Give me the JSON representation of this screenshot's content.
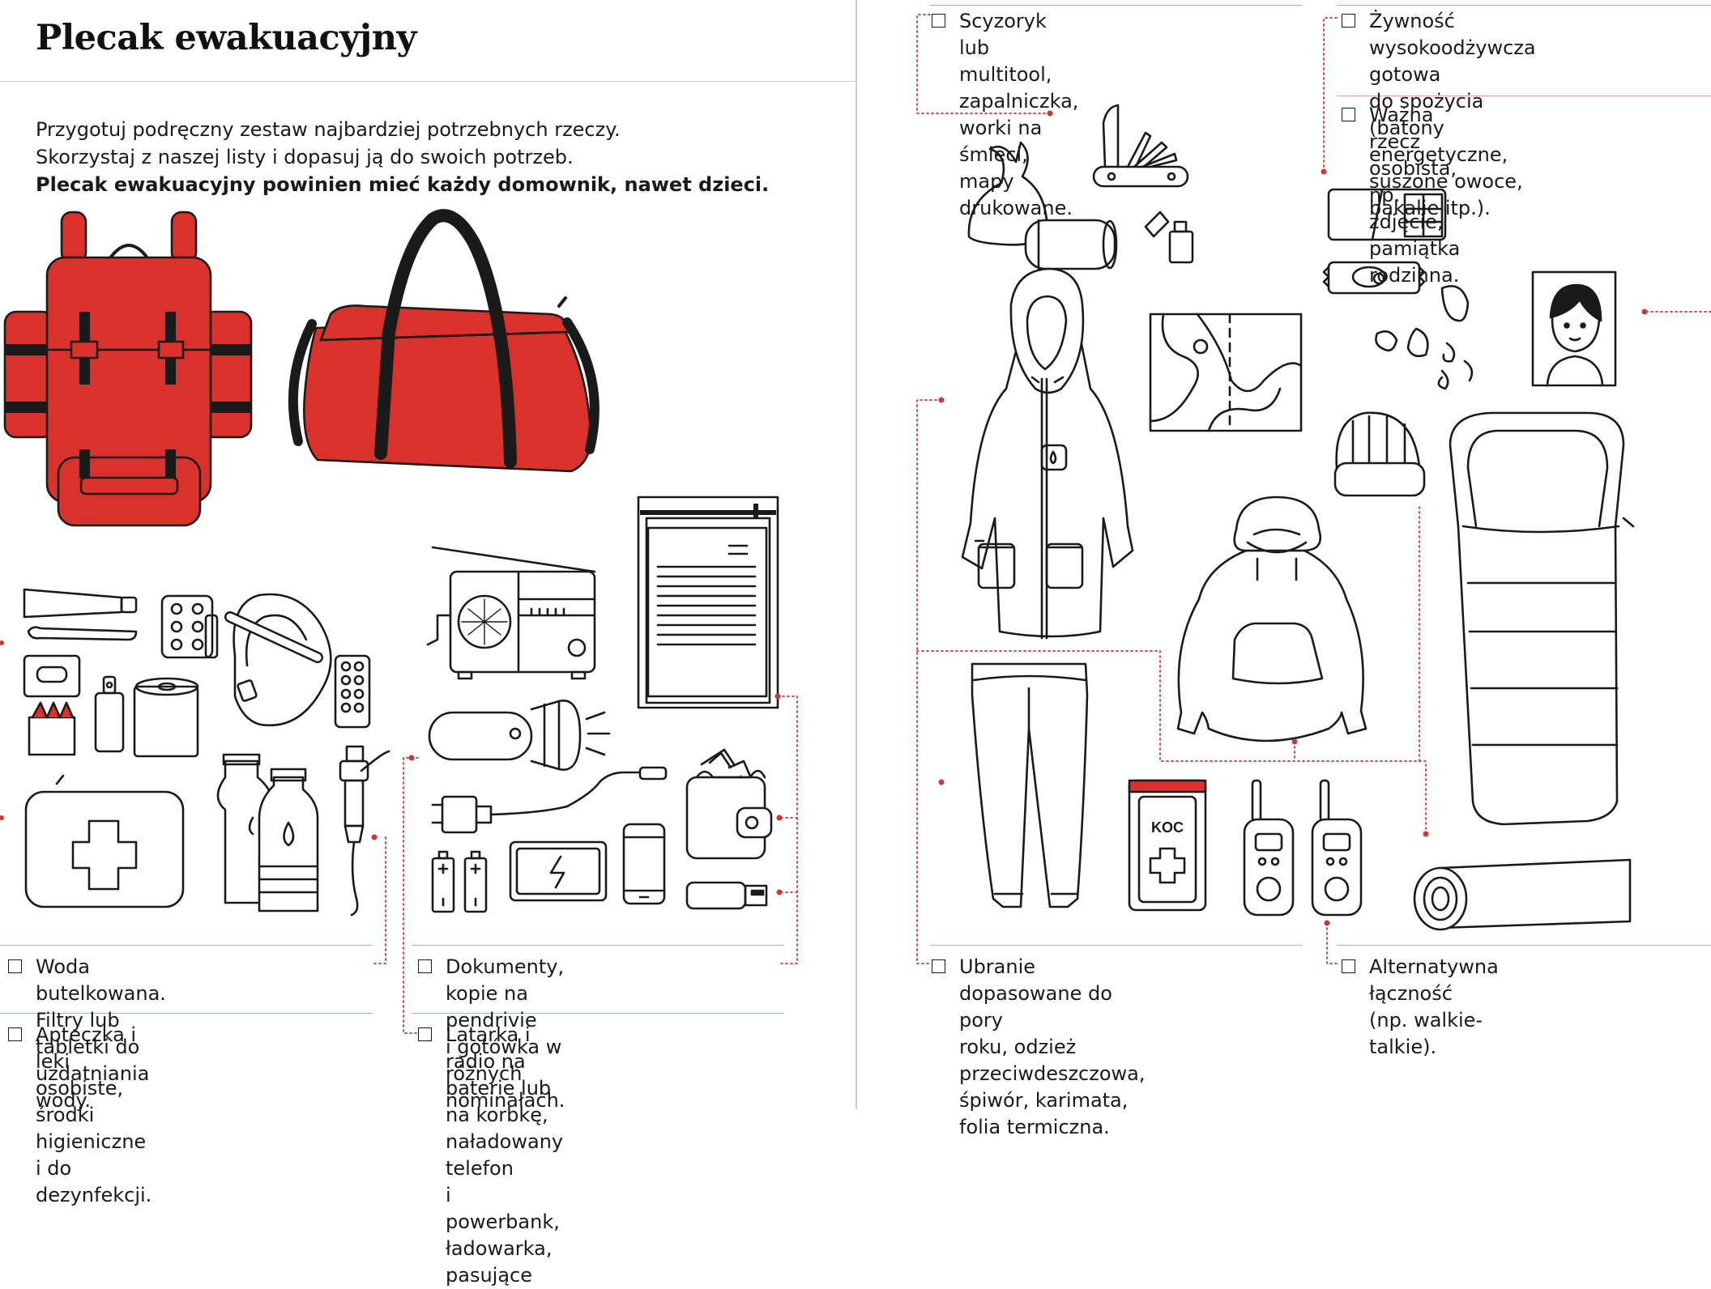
{
  "page": {
    "title": "Plecak ewakuacyjny",
    "intro_line1": "Przygotuj podręczny zestaw najbardziej potrzebnych rzeczy.",
    "intro_line2": "Skorzystaj z naszej listy i dopasuj ją do swoich potrzeb.",
    "intro_bold": "Plecak ewakuacyjny powinien mieć każdy domownik, nawet dzieci."
  },
  "colors": {
    "accent_red": "#d9312b",
    "line_ink": "#1a1a1a",
    "dotted_leader": "#c53a35"
  },
  "checklist": [
    {
      "id": "multitool",
      "text": "Scyzoryk lub multitool, zapalniczka,\nworki na śmieci, mapy drukowane."
    },
    {
      "id": "food",
      "text": "Żywność wysokoodżywcza gotowa\ndo spożycia (batony energetyczne,\nsuszone owoce, bakalie itp.)."
    },
    {
      "id": "personal",
      "text": "Ważna rzecz osobista, np. zdjęcie,\npamiątka rodzinna."
    },
    {
      "id": "water",
      "text": "Woda butelkowana. Filtry lub\ntabletki do uzdatniania wody."
    },
    {
      "id": "firstaid",
      "text": "Apteczka i leki osobiste, środki\nhigieniczne i do dezynfekcji."
    },
    {
      "id": "documents",
      "text": "Dokumenty, kopie na pendrivie\ni gotówka w różnych nominałach."
    },
    {
      "id": "radio",
      "text": "Latarka i radio na baterie lub\nna korbkę, naładowany telefon\ni powerbank, ładowarka, pasujące"
    },
    {
      "id": "clothes",
      "text": "Ubranie dopasowane do pory\nroku, odzież przeciwdeszczowa,\nśpiwór, karimata, folia termiczna."
    },
    {
      "id": "comms",
      "text": "Alternatywna łączność\n(np. walkie-talkie)."
    }
  ],
  "illustrations": {
    "blanket_label": "KOC"
  }
}
